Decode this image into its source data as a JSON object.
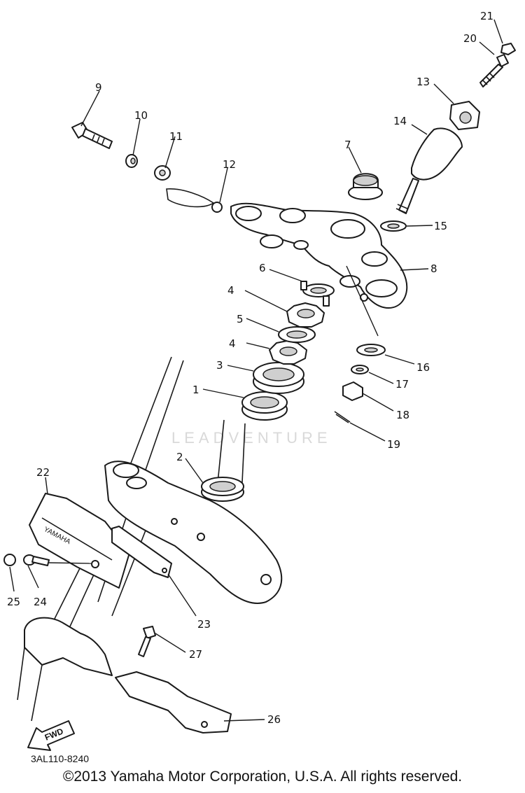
{
  "watermark": "LEADVENTURE",
  "diagram_code": "3AL110-8240",
  "fwd_label": "FWD",
  "brand_label": "YAMAHA",
  "copyright": "©2013 Yamaha Motor Corporation, U.S.A. All rights reserved.",
  "callouts": [
    "1",
    "2",
    "3",
    "4",
    "4",
    "5",
    "6",
    "7",
    "8",
    "9",
    "10",
    "11",
    "12",
    "13",
    "14",
    "15",
    "16",
    "17",
    "18",
    "19",
    "20",
    "21",
    "22",
    "23",
    "24",
    "25",
    "26",
    "27"
  ]
}
